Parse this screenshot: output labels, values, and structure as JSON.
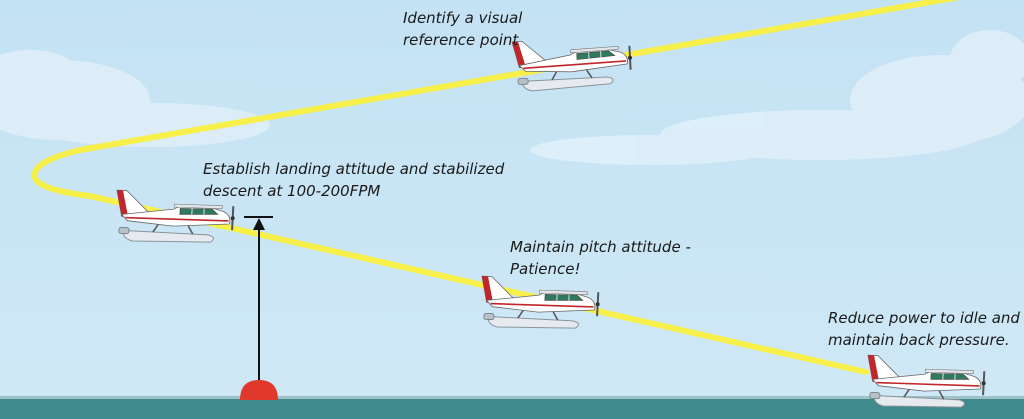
{
  "labels": {
    "visual_reference": [
      "Identify a visual",
      "reference point"
    ],
    "landing_attitude": [
      "Establish landing attitude and stabilized",
      "descent at 100-200FPM"
    ],
    "pitch_attitude": [
      "Maintain pitch attitude -",
      "Patience!"
    ],
    "reduce_power": [
      "Reduce power to idle and",
      "maintain back pressure."
    ]
  },
  "colors": {
    "sky": "#c6e4f5",
    "water": "#3e8a8c",
    "path": "#f7f04a",
    "buoy": "#e0382a"
  }
}
